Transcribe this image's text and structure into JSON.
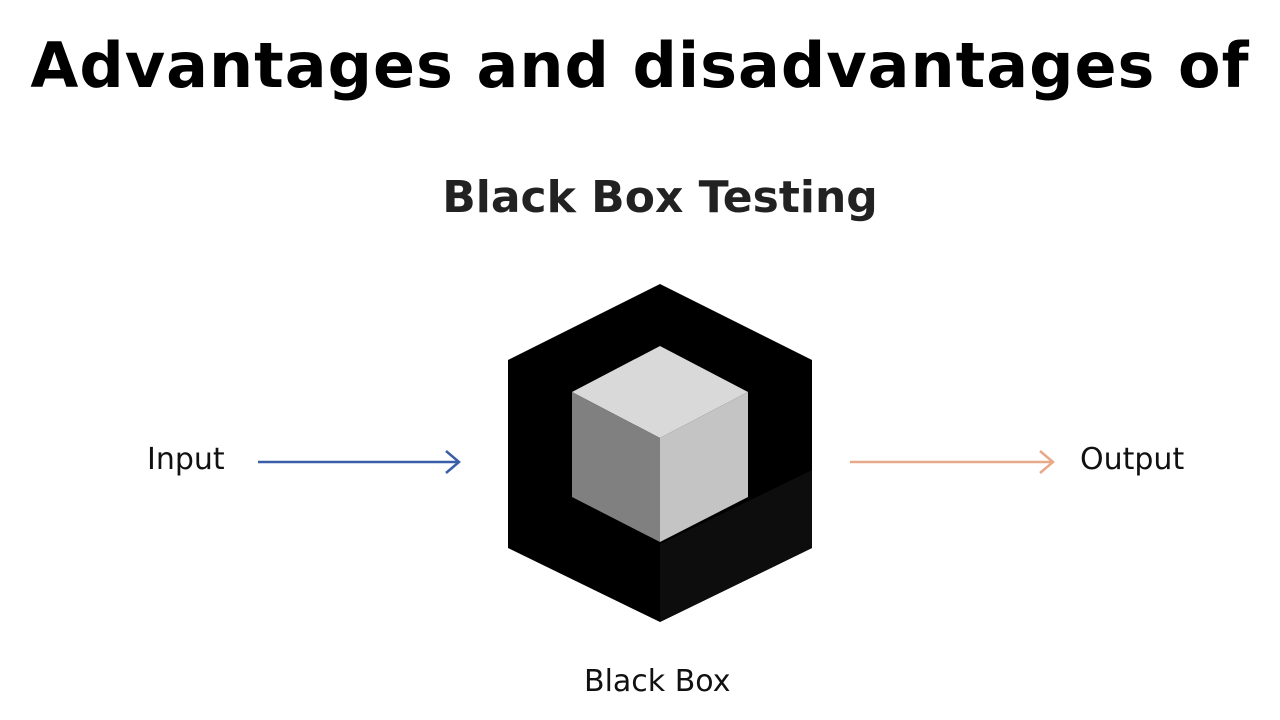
{
  "headline": "Advantages and disadvantages of",
  "diagram": {
    "title": "Black Box Testing",
    "input_label": "Input",
    "output_label": "Output",
    "box_label": "Black Box",
    "colors": {
      "input_arrow": "#3b5ea8",
      "output_arrow": "#e8a98a",
      "outer_cube": "#000000",
      "outer_cube_side": "#0d0d0d",
      "inner_top": "#d9d9d9",
      "inner_left": "#808080",
      "inner_right": "#c4c4c4"
    }
  }
}
